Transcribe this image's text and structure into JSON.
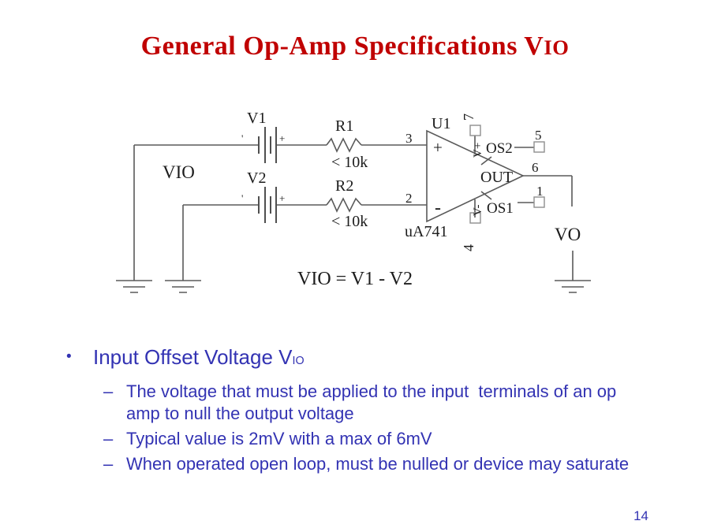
{
  "colors": {
    "title_red": "#c00000",
    "text_blue": "#3333b3",
    "circuit_line_gray": "#5a5a5a",
    "circuit_text": "#1c1c1c"
  },
  "slide": {
    "title_main": "General Op-Amp Specifications V",
    "title_sub": "IO",
    "page_number": "14"
  },
  "circuit": {
    "v1": "V1",
    "v2": "V2",
    "r1": "R1",
    "r1_value": "< 10k",
    "r2": "R2",
    "r2_value": "< 10k",
    "vio_label": "VIO",
    "u1": "U1",
    "model": "uA741",
    "noninv_sign": "+",
    "inv_sign": "-",
    "bat_minus": "'",
    "bat_plus": "+",
    "pin_3": "3",
    "pin_2": "2",
    "pin_7": "7",
    "pin_4": "4",
    "pin_5": "5",
    "pin_6": "6",
    "pin_1": "1",
    "v_plus": "V+",
    "v_minus": "V-",
    "os2": "OS2",
    "os1": "OS1",
    "out": "OUT",
    "vo_label": "VO",
    "equation": "VIO = V1 - V2"
  },
  "bullets": {
    "marker": "•",
    "dash": "–",
    "main_text": "Input Offset Voltage V",
    "main_sub": "IO",
    "items": [
      "The voltage that must be applied to the input  terminals of an op amp to null the output voltage",
      "Typical value is 2mV with a max of 6mV",
      "When operated open loop, must be nulled or device may saturate"
    ]
  }
}
